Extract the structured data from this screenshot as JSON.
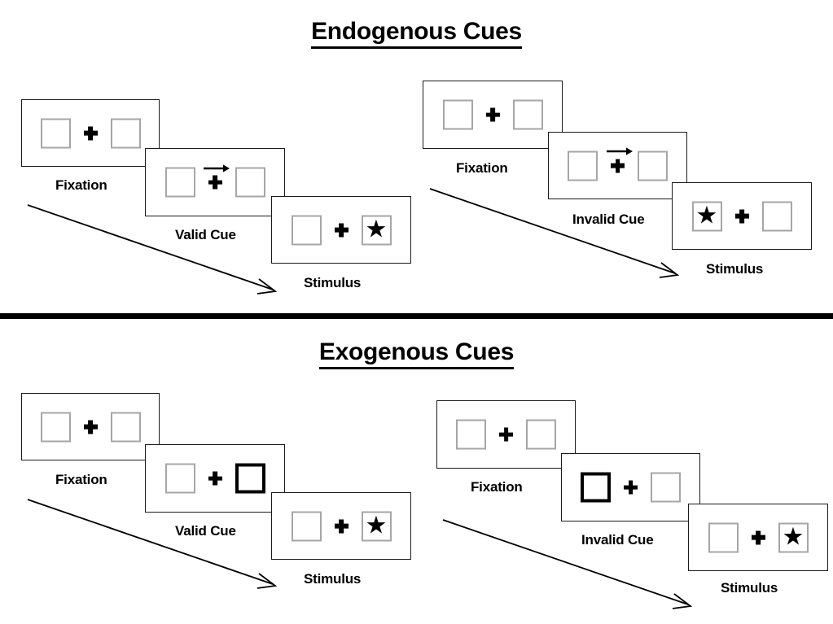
{
  "sections": [
    {
      "id": "endogenous",
      "title": "Endogenous Cues",
      "cue_type": "arrow",
      "groups": [
        {
          "id": "endogenous-valid",
          "validity_label": "Valid Cue",
          "panels": [
            {
              "role": "fixation",
              "caption": "Fixation",
              "cue_side": "none",
              "target_side": "none"
            },
            {
              "role": "cue",
              "caption": "Valid Cue",
              "cue_side": "right",
              "target_side": "none"
            },
            {
              "role": "stimulus",
              "caption": "Stimulus",
              "cue_side": "none",
              "target_side": "right"
            }
          ]
        },
        {
          "id": "endogenous-invalid",
          "validity_label": "Invalid Cue",
          "panels": [
            {
              "role": "fixation",
              "caption": "Fixation",
              "cue_side": "none",
              "target_side": "none"
            },
            {
              "role": "cue",
              "caption": "Invalid Cue",
              "cue_side": "right",
              "target_side": "none"
            },
            {
              "role": "stimulus",
              "caption": "Stimulus",
              "cue_side": "none",
              "target_side": "left"
            }
          ]
        }
      ]
    },
    {
      "id": "exogenous",
      "title": "Exogenous Cues",
      "cue_type": "box-flash",
      "groups": [
        {
          "id": "exogenous-valid",
          "validity_label": "Valid Cue",
          "panels": [
            {
              "role": "fixation",
              "caption": "Fixation",
              "cue_side": "none",
              "target_side": "none"
            },
            {
              "role": "cue",
              "caption": "Valid Cue",
              "cue_side": "right",
              "target_side": "none"
            },
            {
              "role": "stimulus",
              "caption": "Stimulus",
              "cue_side": "none",
              "target_side": "right"
            }
          ]
        },
        {
          "id": "exogenous-invalid",
          "validity_label": "Invalid Cue",
          "panels": [
            {
              "role": "fixation",
              "caption": "Fixation",
              "cue_side": "none",
              "target_side": "none"
            },
            {
              "role": "cue",
              "caption": "Invalid Cue",
              "cue_side": "left",
              "target_side": "none"
            },
            {
              "role": "stimulus",
              "caption": "Stimulus",
              "cue_side": "none",
              "target_side": "right"
            }
          ]
        }
      ]
    }
  ],
  "glyphs": {
    "target_star": "★",
    "fixation_cross": "plus-cross-icon",
    "arrow_cue": "right-arrow-icon",
    "flow_arrow": "diagonal-arrow-icon"
  },
  "colors": {
    "ink": "#000000",
    "panel_outline": "#1a1a1a",
    "placeholder_box": "#a6a6a6",
    "cued_box": "#000000",
    "background": "#ffffff"
  }
}
